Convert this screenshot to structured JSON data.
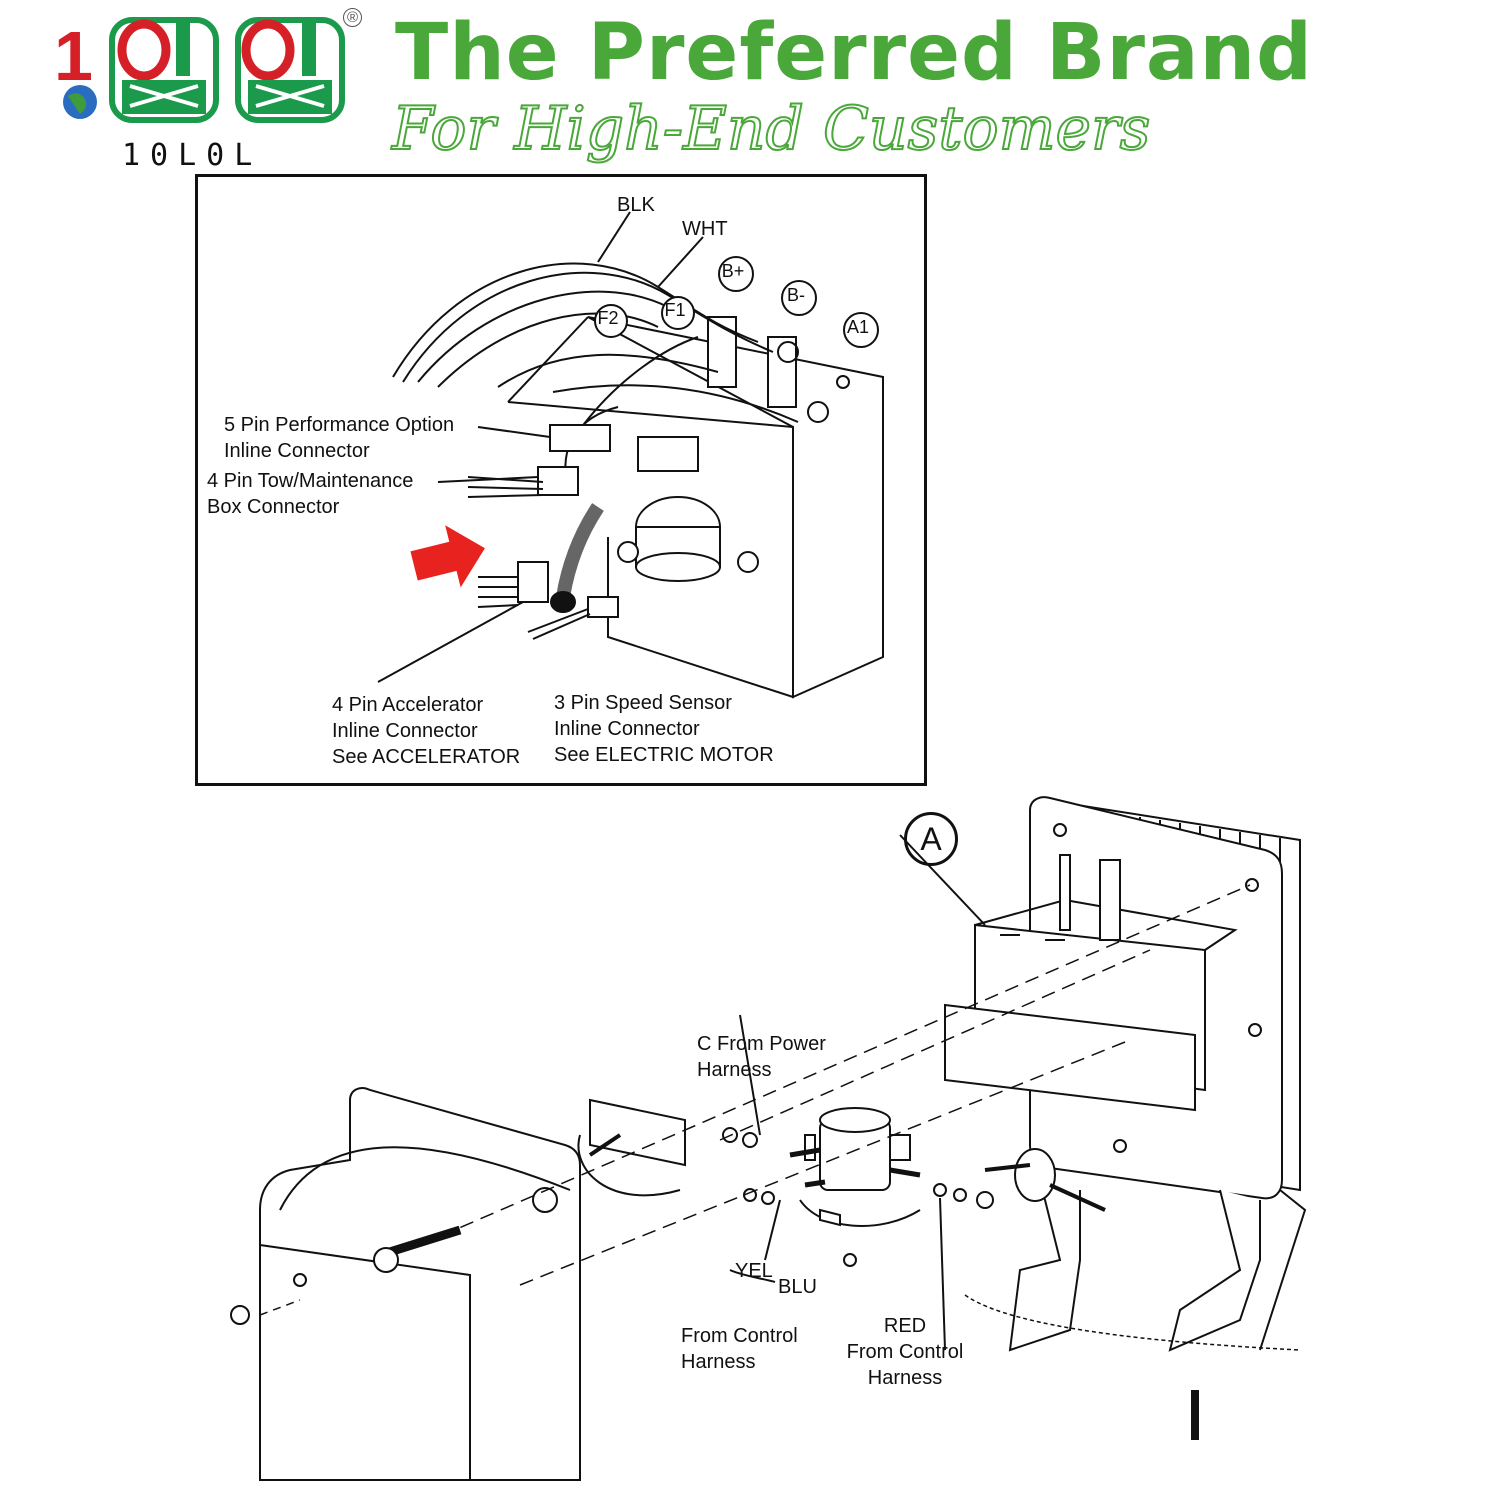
{
  "brand": {
    "logo_text": "10L0L",
    "registered_mark": "®",
    "title": "The Preferred Brand",
    "subtitle": "For High-End Customers",
    "colors": {
      "brand_green": "#4aa83a",
      "logo_red": "#d62027",
      "logo_green": "#1a9a4a",
      "arrow_red": "#e8231f"
    }
  },
  "top_diagram": {
    "wire_labels": {
      "blk": "BLK",
      "wht": "WHT"
    },
    "terminals": {
      "b_plus": "B+",
      "b_minus": "B-",
      "a1": "A1",
      "f2": "F2",
      "f1": "F1"
    },
    "callouts": {
      "perf_connector": "5 Pin Performance Option\nInline Connector",
      "tow_connector": "4 Pin Tow/Maintenance\nBox Connector",
      "accel_connector": "4 Pin Accelerator\nInline Connector\nSee ACCELERATOR",
      "speed_sensor": "3 Pin Speed Sensor\nInline Connector\nSee ELECTRIC MOTOR"
    }
  },
  "bottom_diagram": {
    "part_marker": "A",
    "callouts": {
      "power_harness": "C From Power\nHarness",
      "yel": "YEL",
      "blu": "BLU",
      "control_harness_left": "From Control\nHarness",
      "red_control": "RED\nFrom Control\nHarness"
    }
  }
}
